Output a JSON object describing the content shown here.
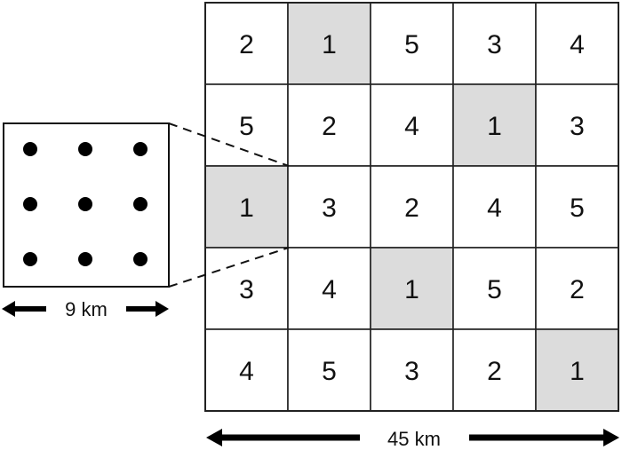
{
  "grid": {
    "rows": [
      [
        "2",
        "1",
        "5",
        "3",
        "4"
      ],
      [
        "5",
        "2",
        "4",
        "1",
        "3"
      ],
      [
        "1",
        "3",
        "2",
        "4",
        "5"
      ],
      [
        "3",
        "4",
        "1",
        "5",
        "2"
      ],
      [
        "4",
        "5",
        "3",
        "2",
        "1"
      ]
    ],
    "highlight_value": "1",
    "highlight_color": "#dcdcdc",
    "cell_color": "#ffffff",
    "line_color": "#222222"
  },
  "inset": {
    "dot_rows": 3,
    "dot_cols": 3,
    "dot_color": "#000000",
    "zoom_of_cell": [
      2,
      0
    ]
  },
  "labels": {
    "inset_scale": "9 km",
    "grid_scale": "45 km"
  }
}
